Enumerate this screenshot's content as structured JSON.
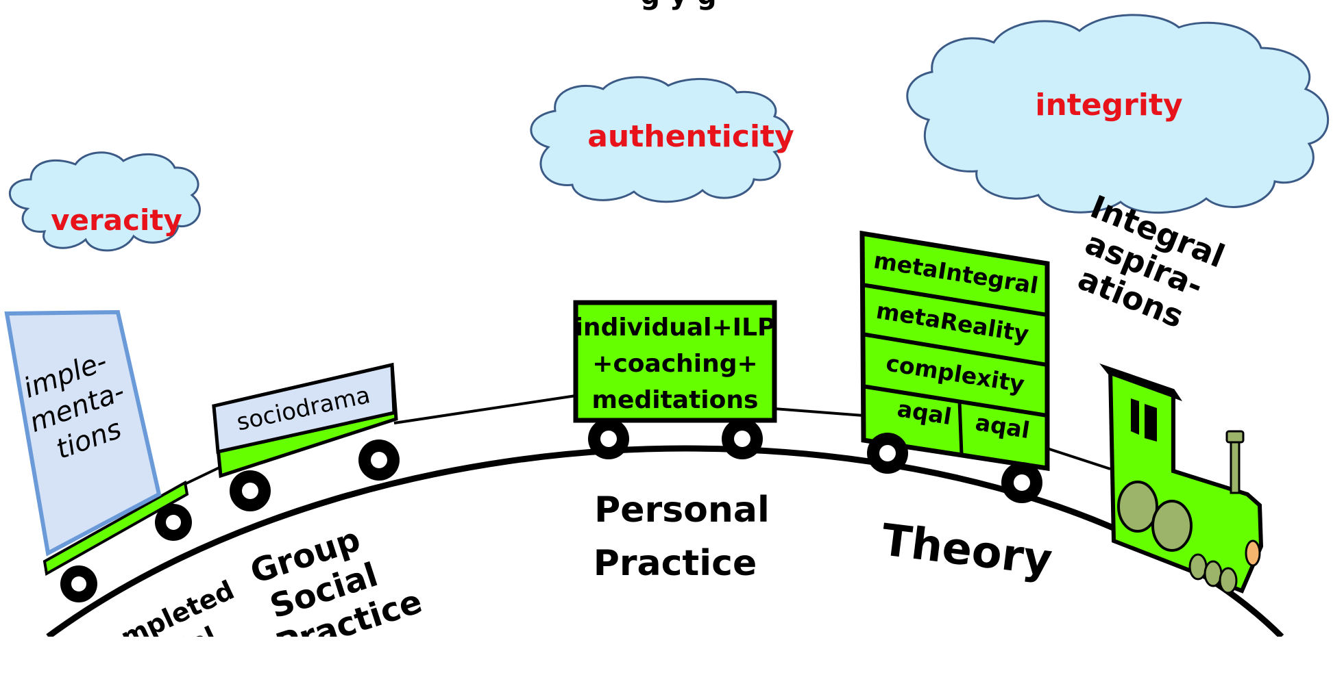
{
  "title_partial": "g         y                                  g",
  "clouds": {
    "veracity": "veracity",
    "authenticity": "authenticity",
    "integrity": "integrity"
  },
  "cars": {
    "implementations": [
      "imple-",
      "menta-",
      "tions"
    ],
    "sociodrama": "sociodrama",
    "personal_box": [
      "individual+ILP",
      "+coaching+",
      "meditations"
    ],
    "theory_box": {
      "row1": "metaIntegral",
      "row2": "metaReality",
      "row3": "complexity",
      "row4_left": "aqal",
      "row4_right": "aqal"
    },
    "engine_label": [
      "Integral",
      "aspira-",
      "ations"
    ]
  },
  "stations": {
    "completed": [
      "Completed",
      "Social"
    ],
    "group": [
      "Group",
      "Social",
      "Practice"
    ],
    "personal": [
      "Personal",
      "Practice"
    ],
    "theory": "Theory"
  },
  "colors": {
    "cloud_fill": "#cdeefb",
    "cloud_stroke": "#3b5a86",
    "cloud_text": "#e8121a",
    "car_green": "#66ff00",
    "label_fill": "#d6e2f5",
    "engine_wheel": "#9bb46a",
    "engine_light": "#f5b56e"
  }
}
